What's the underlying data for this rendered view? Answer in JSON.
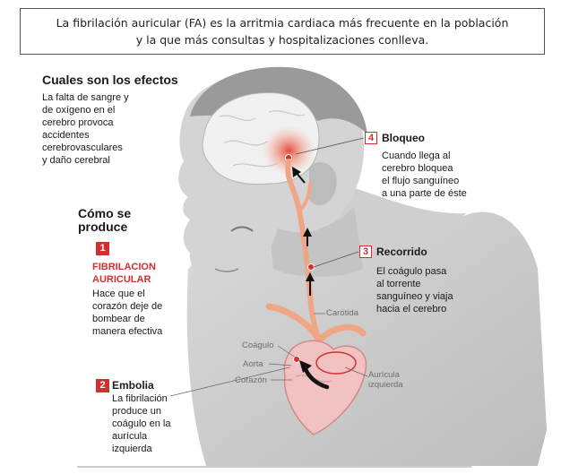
{
  "header": {
    "line1": "La fibrilación auricular (FA) es la arritmia cardiaca más frecuente en la población",
    "line2": "y la que más consultas y hospitalizaciones conlleva."
  },
  "efectos": {
    "title": "Cuales son los efectos",
    "lines": [
      "La falta de sangre y",
      "de oxígeno en el",
      "cerebro provoca",
      "accidentes",
      "cerebrovasculares",
      "y daño cerebral"
    ]
  },
  "como": {
    "title_lines": [
      "Cómo se",
      "produce"
    ]
  },
  "steps": [
    {
      "num": "1",
      "title_lines": [
        "FIBRILACION",
        "AURICULAR"
      ],
      "lines": [
        "Hace que el",
        "corazón deje de",
        "bombear de",
        "manera efectiva"
      ]
    },
    {
      "num": "2",
      "title": "Embolia",
      "lines": [
        "La fibrilación",
        "produce un",
        "coágulo en la",
        "aurícula",
        "izquierda"
      ]
    },
    {
      "num": "3",
      "title": "Recorrido",
      "lines": [
        "El coágulo pasa",
        "al torrente",
        "sanguíneo y viaja",
        "hacia el cerebro"
      ]
    },
    {
      "num": "4",
      "title": "Bloqueo",
      "lines": [
        "Cuando llega al",
        "cerebro bloquea",
        "el flujo sanguíneo",
        "a una parte de éste"
      ]
    }
  ],
  "anatomy": {
    "carotida": "Carótida",
    "coagulo": "Coágulo",
    "aorta": "Aorta",
    "corazon": "Corazón",
    "auricula_lines": [
      "Aurícula",
      "izquierda"
    ]
  },
  "colors": {
    "accent": "#d32f2f",
    "body_gray": "#c9c9c9",
    "vessel": "#f0a684",
    "heart": "#f2c2c2"
  }
}
